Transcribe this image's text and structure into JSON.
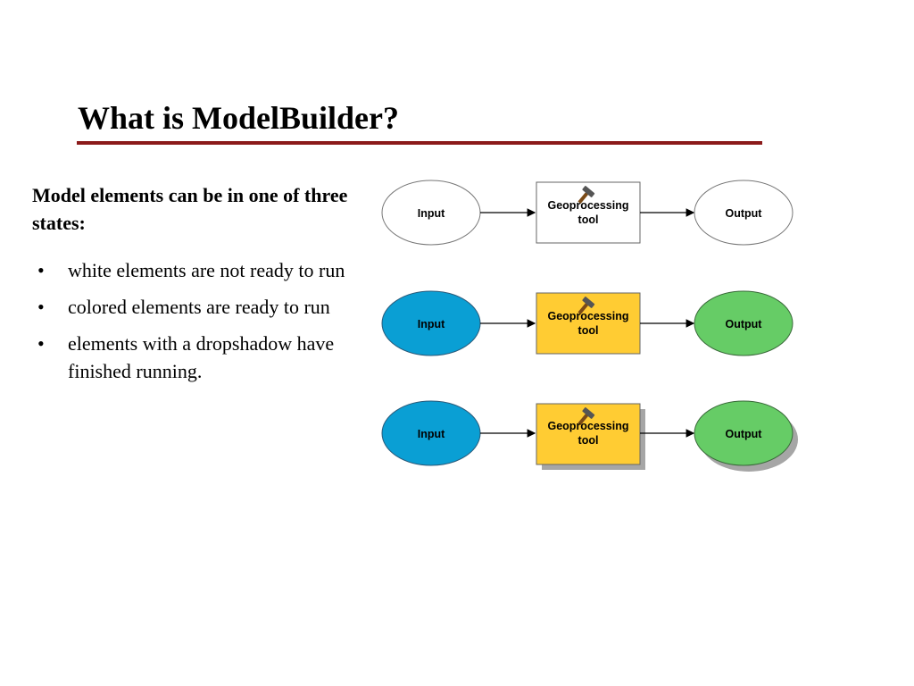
{
  "slide": {
    "title": "What is ModelBuilder?",
    "intro": "Model elements can be in one of three states:",
    "bullets": [
      "white elements are not ready to run",
      "colored elements are ready to run",
      "elements with a dropshadow have finished running."
    ],
    "bullet_glyph": "•"
  },
  "diagram": {
    "rows": [
      {
        "state": "not ready",
        "input_label": "Input",
        "tool_label_1": "Geoprocessing",
        "tool_label_2": "tool",
        "output_label": "Output"
      },
      {
        "state": "ready",
        "input_label": "Input",
        "tool_label_1": "Geoprocessing",
        "tool_label_2": "tool",
        "output_label": "Output"
      },
      {
        "state": "finished",
        "input_label": "Input",
        "tool_label_1": "Geoprocessing",
        "tool_label_2": "tool",
        "output_label": "Output"
      }
    ],
    "icon": "hammer-icon",
    "colors": {
      "input_ready": "#0a9fd4",
      "tool_ready": "#ffcc33",
      "output_ready": "#66cc66",
      "not_ready": "#ffffff",
      "shadow": "#a6a6a6",
      "title_rule": "#8b1a1a"
    }
  }
}
